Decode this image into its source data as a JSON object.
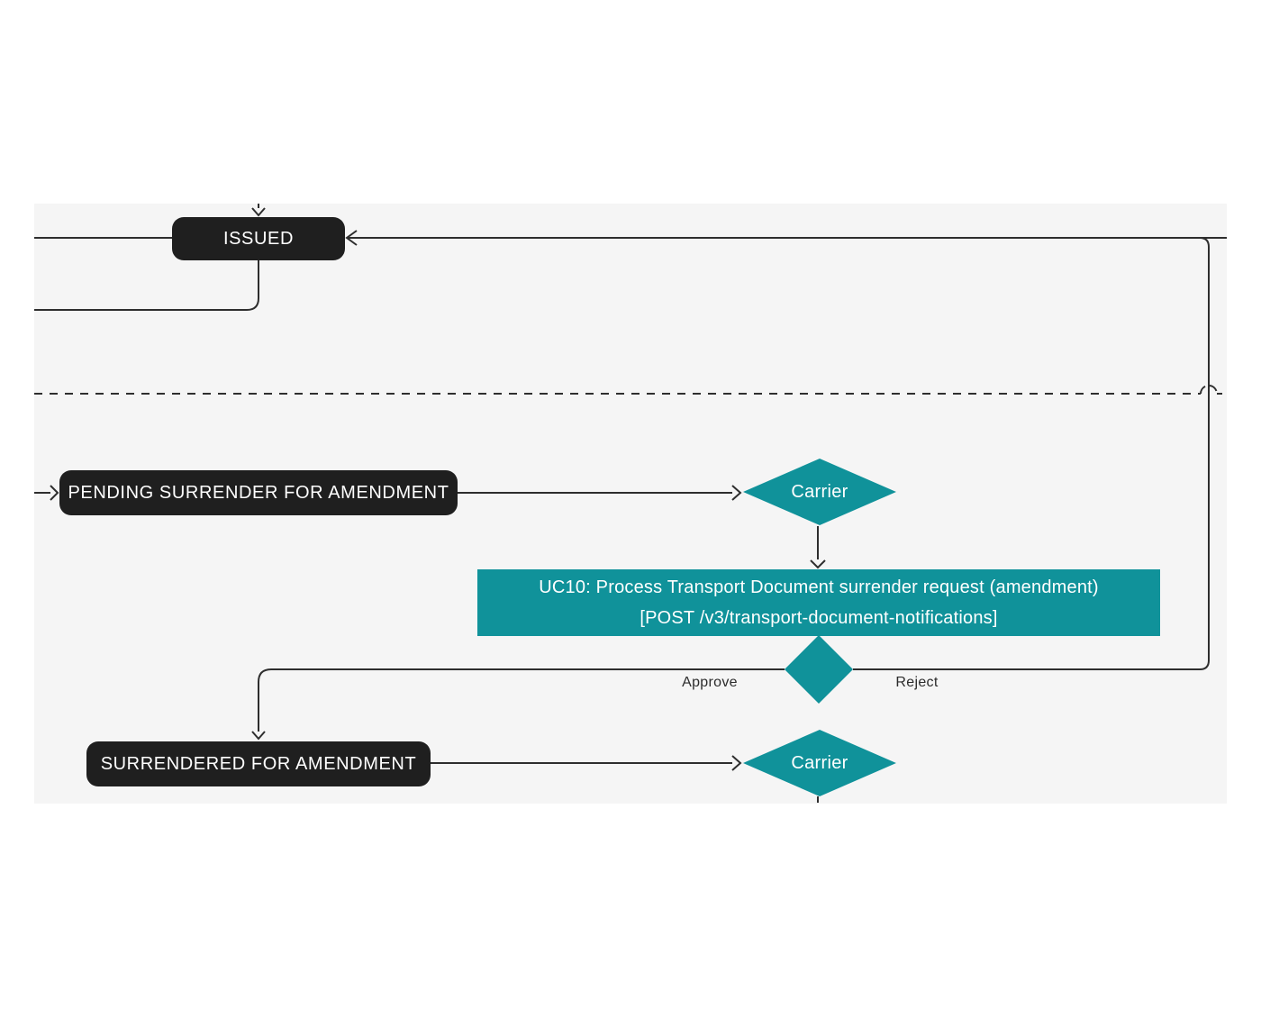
{
  "diagram": {
    "nodes": {
      "issued": {
        "label": "ISSUED"
      },
      "pending_surrender_for_amendment": {
        "label": "PENDING SURRENDER FOR AMENDMENT"
      },
      "surrendered_for_amendment": {
        "label": "SURRENDERED FOR AMENDMENT"
      },
      "carrier_decision_top": {
        "label": "Carrier"
      },
      "carrier_decision_bottom": {
        "label": "Carrier"
      },
      "uc10_process": {
        "line1": "UC10: Process Transport Document surrender request (amendment)",
        "line2": "[POST /v3/transport-document-notifications]"
      }
    },
    "edge_labels": {
      "approve": "Approve",
      "reject": "Reject"
    },
    "colors": {
      "state_node_bg": "#1f1f1f",
      "state_node_text": "#ffffff",
      "accent_teal": "#10929a",
      "edge_stroke": "#2e2e2e",
      "panel_bg": "#f5f5f5",
      "page_bg": "#ffffff",
      "edge_label_text": "#2c2c2c"
    }
  }
}
